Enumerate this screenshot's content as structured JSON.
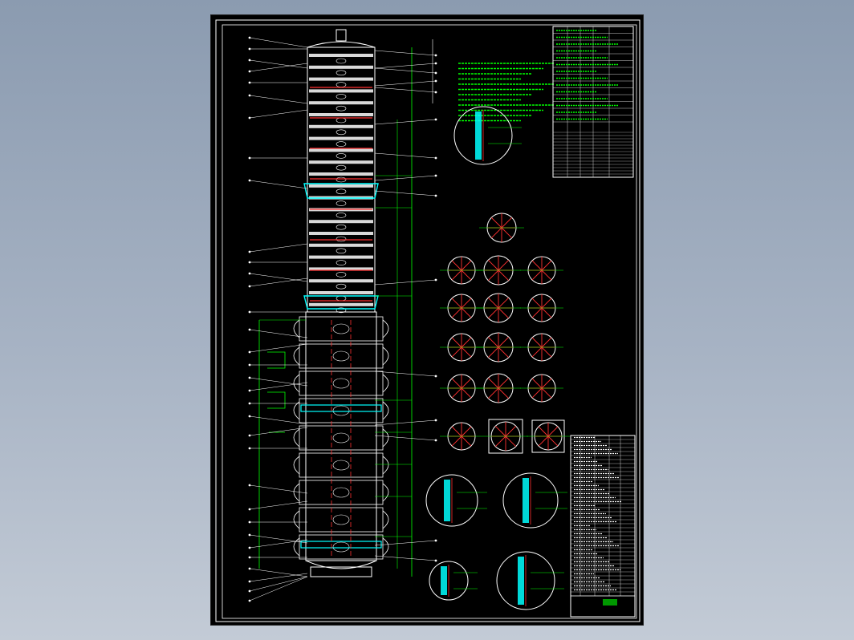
{
  "drawing": {
    "background": "#000000",
    "frame_color": "#ffffff",
    "colors": {
      "outline": "#ffffff",
      "dimension": "#00ff00",
      "centerline": "#ff3030",
      "section": "#00ffff",
      "leader": "#ffffff",
      "trays": "#ffffff"
    },
    "tray_count_upper": 22,
    "tray_count_lower": 9,
    "flange_view_count": 14,
    "detail_view_count": 5
  }
}
